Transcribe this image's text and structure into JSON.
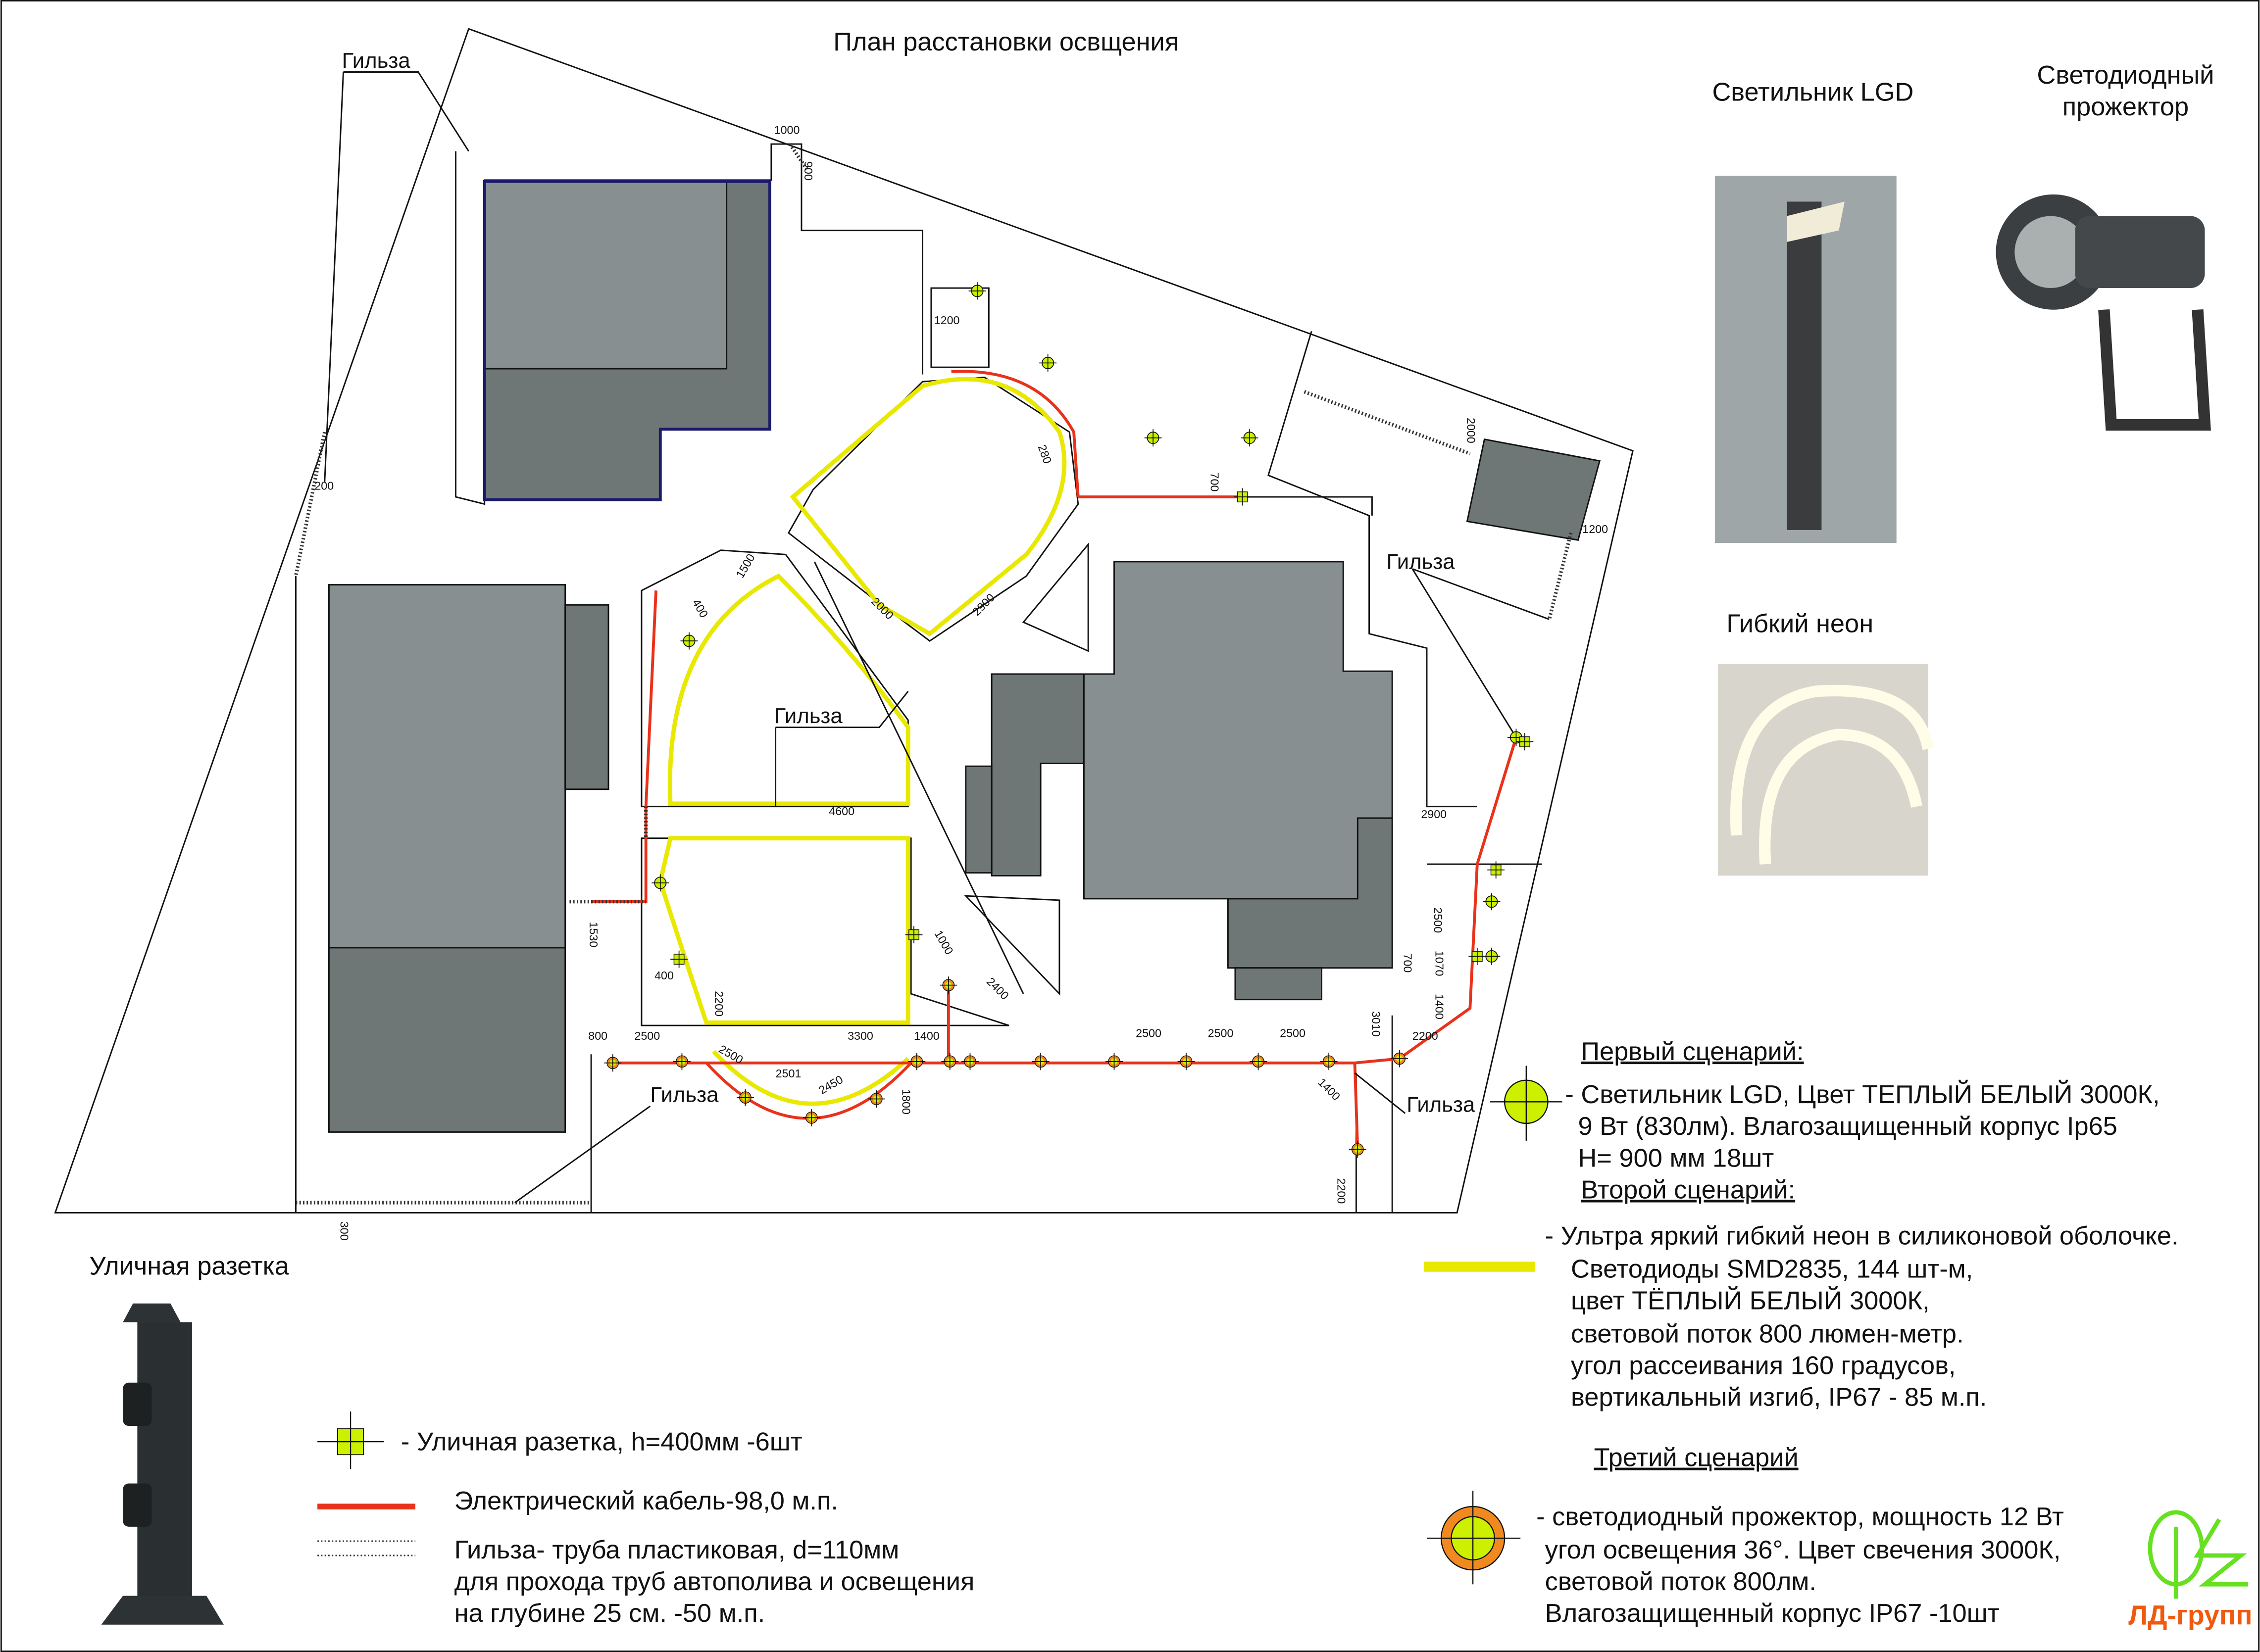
{
  "title": "План расстановки освщения",
  "sleeve_label": "Гильза",
  "products": {
    "lgd_title": "Светильник LGD",
    "projector_title_1": "Светодиодный",
    "projector_title_2": "прожектор",
    "neon_title": "Гибкий неон",
    "socket_title": "Уличная разетка"
  },
  "dims": [
    "1000",
    "900",
    "1200",
    "280",
    "700",
    "2000",
    "1200",
    "200",
    "400",
    "1500",
    "2000",
    "2900",
    "4600",
    "2900",
    "2500",
    "1530",
    "400",
    "2200",
    "1000",
    "2400",
    "700",
    "1070",
    "1400",
    "3010",
    "800",
    "2500",
    "2500",
    "3300",
    "1400",
    "2501",
    "2450",
    "1800",
    "2500",
    "2500",
    "2500",
    "2200",
    "1400",
    "2200",
    "300"
  ],
  "legend_left": {
    "socket": "- Уличная разетка,  h=400мм -6шт",
    "cable": "Электрический кабель-98,0 м.п.",
    "sleeve_1": "Гильза- труба пластиковая, d=110мм",
    "sleeve_2": "для прохода труб автополива и освещения",
    "sleeve_3": "на глубине 25 см. -50 м.п."
  },
  "scenarios": {
    "first_title": "Первый сценарий:",
    "first_1": "- Светильник LGD, Цвет ТЕПЛЫЙ БЕЛЫЙ 3000К,",
    "first_2": "9 Вт (830лм). Влагозащищенный корпус Ip65",
    "first_3": "H= 900 мм 18шт",
    "second_title": "Второй сценарий:",
    "second_1": "-  Ультра яркий гибкий неон в силиконовой оболочке.",
    "second_2": "Светодиоды SMD2835, 144 шт-м,",
    "second_3": "цвет ТЁПЛЫЙ БЕЛЫЙ 3000К,",
    "second_4": "световой поток 800 люмен-метр.",
    "second_5": "угол рассеивания 160 градусов,",
    "second_6": "вертикальный изгиб, IP67 - 85 м.п.",
    "third_title": "Третий сценарий",
    "third_1": "-  светодиодный прожектор, мощность 12 Вт",
    "third_2": "угол освещения 36°. Цвет свечения 3000К,",
    "third_3": "световой поток 800лм.",
    "third_4": "Влагозащищенный корпус IP67 -10шт"
  },
  "logo": "ЛД-групп",
  "colors": {
    "neon": "#e8e800",
    "cable": "#e8321a",
    "lamp": "#ccf000",
    "projector_ring": "#f08a20",
    "logo": "#66e020",
    "logo_text": "#f05a10"
  }
}
